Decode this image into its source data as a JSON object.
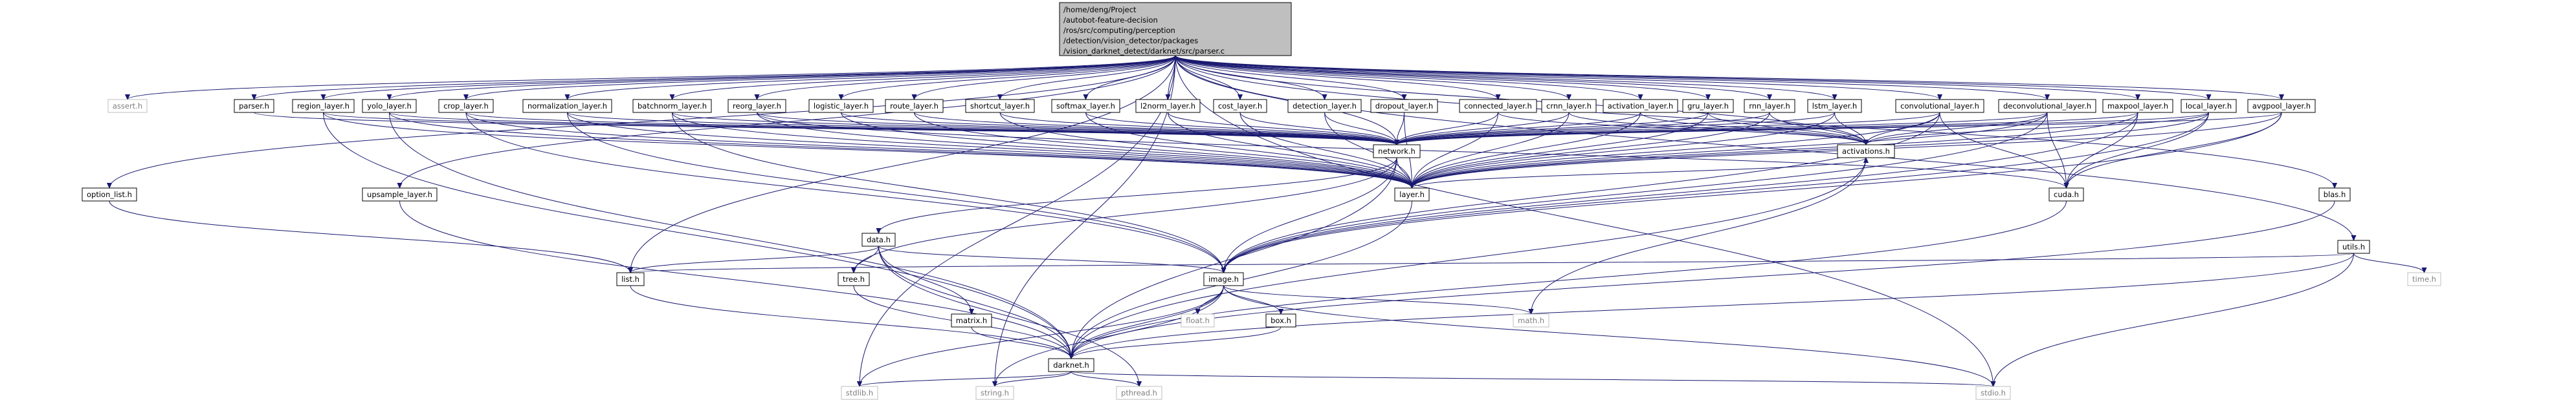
{
  "root": {
    "lines": [
      "/home/deng/Project",
      "/autobot-feature-decision",
      "/ros/src/computing/perception",
      "/detection/vision_detector/packages",
      "/vision_darknet_detect/darknet/src/parser.c"
    ]
  },
  "nodes": {
    "assert": {
      "label": "assert.h",
      "external": true
    },
    "option_list": {
      "label": "option_list.h"
    },
    "list": {
      "label": "list.h"
    },
    "parser": {
      "label": "parser.h"
    },
    "region_layer": {
      "label": "region_layer.h"
    },
    "yolo_layer": {
      "label": "yolo_layer.h"
    },
    "crop_layer": {
      "label": "crop_layer.h"
    },
    "normalization_layer": {
      "label": "normalization_layer.h"
    },
    "batchnorm_layer": {
      "label": "batchnorm_layer.h"
    },
    "reorg_layer": {
      "label": "reorg_layer.h"
    },
    "logistic_layer": {
      "label": "logistic_layer.h"
    },
    "route_layer": {
      "label": "route_layer.h"
    },
    "shortcut_layer": {
      "label": "shortcut_layer.h"
    },
    "softmax_layer": {
      "label": "softmax_layer.h"
    },
    "l2norm_layer": {
      "label": "l2norm_layer.h"
    },
    "cost_layer": {
      "label": "cost_layer.h"
    },
    "detection_layer": {
      "label": "detection_layer.h"
    },
    "dropout_layer": {
      "label": "dropout_layer.h"
    },
    "connected_layer": {
      "label": "connected_layer.h"
    },
    "crnn_layer": {
      "label": "crnn_layer.h"
    },
    "activation_layer": {
      "label": "activation_layer.h"
    },
    "gru_layer": {
      "label": "gru_layer.h"
    },
    "rnn_layer": {
      "label": "rnn_layer.h"
    },
    "lstm_layer": {
      "label": "lstm_layer.h"
    },
    "convolutional_layer": {
      "label": "convolutional_layer.h"
    },
    "deconvolutional_layer": {
      "label": "deconvolutional_layer.h"
    },
    "maxpool_layer": {
      "label": "maxpool_layer.h"
    },
    "local_layer": {
      "label": "local_layer.h"
    },
    "avgpool_layer": {
      "label": "avgpool_layer.h"
    },
    "upsample_layer": {
      "label": "upsample_layer.h"
    },
    "network": {
      "label": "network.h"
    },
    "activations": {
      "label": "activations.h"
    },
    "layer": {
      "label": "layer.h"
    },
    "cuda": {
      "label": "cuda.h"
    },
    "blas": {
      "label": "blas.h"
    },
    "utils": {
      "label": "utils.h"
    },
    "time": {
      "label": "time.h",
      "external": true
    },
    "data": {
      "label": "data.h"
    },
    "tree": {
      "label": "tree.h"
    },
    "image": {
      "label": "image.h"
    },
    "float": {
      "label": "float.h",
      "external": true
    },
    "box": {
      "label": "box.h"
    },
    "math": {
      "label": "math.h",
      "external": true
    },
    "matrix": {
      "label": "matrix.h"
    },
    "darknet": {
      "label": "darknet.h"
    },
    "stdlib": {
      "label": "stdlib.h",
      "external": true
    },
    "string": {
      "label": "string.h",
      "external": true
    },
    "pthread": {
      "label": "pthread.h",
      "external": true
    },
    "stdio": {
      "label": "stdio.h",
      "external": true
    }
  },
  "edges": [
    [
      "root",
      "assert"
    ],
    [
      "root",
      "option_list"
    ],
    [
      "root",
      "list"
    ],
    [
      "root",
      "parser"
    ],
    [
      "root",
      "region_layer"
    ],
    [
      "root",
      "yolo_layer"
    ],
    [
      "root",
      "crop_layer"
    ],
    [
      "root",
      "normalization_layer"
    ],
    [
      "root",
      "batchnorm_layer"
    ],
    [
      "root",
      "reorg_layer"
    ],
    [
      "root",
      "logistic_layer"
    ],
    [
      "root",
      "route_layer"
    ],
    [
      "root",
      "shortcut_layer"
    ],
    [
      "root",
      "softmax_layer"
    ],
    [
      "root",
      "l2norm_layer"
    ],
    [
      "root",
      "cost_layer"
    ],
    [
      "root",
      "detection_layer"
    ],
    [
      "root",
      "dropout_layer"
    ],
    [
      "root",
      "connected_layer"
    ],
    [
      "root",
      "crnn_layer"
    ],
    [
      "root",
      "activation_layer"
    ],
    [
      "root",
      "gru_layer"
    ],
    [
      "root",
      "rnn_layer"
    ],
    [
      "root",
      "lstm_layer"
    ],
    [
      "root",
      "convolutional_layer"
    ],
    [
      "root",
      "deconvolutional_layer"
    ],
    [
      "root",
      "maxpool_layer"
    ],
    [
      "root",
      "local_layer"
    ],
    [
      "root",
      "avgpool_layer"
    ],
    [
      "root",
      "upsample_layer"
    ],
    [
      "root",
      "network"
    ],
    [
      "root",
      "activations"
    ],
    [
      "root",
      "blas"
    ],
    [
      "root",
      "utils"
    ],
    [
      "root",
      "stdlib"
    ],
    [
      "root",
      "string"
    ],
    [
      "root",
      "stdio"
    ],
    [
      "option_list",
      "list"
    ],
    [
      "parser",
      "network"
    ],
    [
      "region_layer",
      "network"
    ],
    [
      "region_layer",
      "layer"
    ],
    [
      "region_layer",
      "darknet"
    ],
    [
      "yolo_layer",
      "network"
    ],
    [
      "yolo_layer",
      "layer"
    ],
    [
      "yolo_layer",
      "darknet"
    ],
    [
      "crop_layer",
      "image"
    ],
    [
      "crop_layer",
      "network"
    ],
    [
      "crop_layer",
      "layer"
    ],
    [
      "normalization_layer",
      "image"
    ],
    [
      "normalization_layer",
      "network"
    ],
    [
      "normalization_layer",
      "layer"
    ],
    [
      "batchnorm_layer",
      "image"
    ],
    [
      "batchnorm_layer",
      "network"
    ],
    [
      "batchnorm_layer",
      "layer"
    ],
    [
      "reorg_layer",
      "network"
    ],
    [
      "reorg_layer",
      "layer"
    ],
    [
      "reorg_layer",
      "cuda"
    ],
    [
      "logistic_layer",
      "network"
    ],
    [
      "logistic_layer",
      "layer"
    ],
    [
      "route_layer",
      "network"
    ],
    [
      "route_layer",
      "layer"
    ],
    [
      "shortcut_layer",
      "network"
    ],
    [
      "shortcut_layer",
      "layer"
    ],
    [
      "softmax_layer",
      "network"
    ],
    [
      "softmax_layer",
      "layer"
    ],
    [
      "l2norm_layer",
      "network"
    ],
    [
      "l2norm_layer",
      "layer"
    ],
    [
      "cost_layer",
      "network"
    ],
    [
      "cost_layer",
      "layer"
    ],
    [
      "detection_layer",
      "network"
    ],
    [
      "detection_layer",
      "layer"
    ],
    [
      "dropout_layer",
      "network"
    ],
    [
      "dropout_layer",
      "layer"
    ],
    [
      "connected_layer",
      "activations"
    ],
    [
      "connected_layer",
      "network"
    ],
    [
      "connected_layer",
      "layer"
    ],
    [
      "crnn_layer",
      "activations"
    ],
    [
      "crnn_layer",
      "network"
    ],
    [
      "crnn_layer",
      "layer"
    ],
    [
      "activation_layer",
      "activations"
    ],
    [
      "activation_layer",
      "network"
    ],
    [
      "activation_layer",
      "layer"
    ],
    [
      "gru_layer",
      "activations"
    ],
    [
      "gru_layer",
      "network"
    ],
    [
      "gru_layer",
      "layer"
    ],
    [
      "rnn_layer",
      "activations"
    ],
    [
      "rnn_layer",
      "network"
    ],
    [
      "rnn_layer",
      "layer"
    ],
    [
      "lstm_layer",
      "activations"
    ],
    [
      "lstm_layer",
      "network"
    ],
    [
      "lstm_layer",
      "layer"
    ],
    [
      "convolutional_layer",
      "cuda"
    ],
    [
      "convolutional_layer",
      "image"
    ],
    [
      "convolutional_layer",
      "activations"
    ],
    [
      "convolutional_layer",
      "network"
    ],
    [
      "convolutional_layer",
      "layer"
    ],
    [
      "deconvolutional_layer",
      "cuda"
    ],
    [
      "deconvolutional_layer",
      "image"
    ],
    [
      "deconvolutional_layer",
      "activations"
    ],
    [
      "deconvolutional_layer",
      "network"
    ],
    [
      "deconvolutional_layer",
      "layer"
    ],
    [
      "maxpool_layer",
      "image"
    ],
    [
      "maxpool_layer",
      "cuda"
    ],
    [
      "maxpool_layer",
      "network"
    ],
    [
      "maxpool_layer",
      "layer"
    ],
    [
      "local_layer",
      "cuda"
    ],
    [
      "local_layer",
      "image"
    ],
    [
      "local_layer",
      "activations"
    ],
    [
      "local_layer",
      "network"
    ],
    [
      "local_layer",
      "layer"
    ],
    [
      "avgpool_layer",
      "image"
    ],
    [
      "avgpool_layer",
      "cuda"
    ],
    [
      "avgpool_layer",
      "network"
    ],
    [
      "avgpool_layer",
      "layer"
    ],
    [
      "upsample_layer",
      "darknet"
    ],
    [
      "network",
      "darknet"
    ],
    [
      "network",
      "image"
    ],
    [
      "network",
      "layer"
    ],
    [
      "network",
      "data"
    ],
    [
      "network",
      "tree"
    ],
    [
      "activations",
      "darknet"
    ],
    [
      "activations",
      "math"
    ],
    [
      "layer",
      "activations"
    ],
    [
      "layer",
      "darknet"
    ],
    [
      "cuda",
      "darknet"
    ],
    [
      "blas",
      "darknet"
    ],
    [
      "utils",
      "stdio"
    ],
    [
      "utils",
      "list"
    ],
    [
      "utils",
      "time"
    ],
    [
      "utils",
      "darknet"
    ],
    [
      "data",
      "list"
    ],
    [
      "data",
      "image"
    ],
    [
      "data",
      "tree"
    ],
    [
      "data",
      "matrix"
    ],
    [
      "data",
      "darknet"
    ],
    [
      "data",
      "pthread"
    ],
    [
      "tree",
      "darknet"
    ],
    [
      "image",
      "stdlib"
    ],
    [
      "image",
      "string"
    ],
    [
      "image",
      "float"
    ],
    [
      "image",
      "box"
    ],
    [
      "image",
      "math"
    ],
    [
      "image",
      "darknet"
    ],
    [
      "image",
      "stdio"
    ],
    [
      "box",
      "darknet"
    ],
    [
      "matrix",
      "darknet"
    ],
    [
      "list",
      "darknet"
    ],
    [
      "darknet",
      "stdlib"
    ],
    [
      "darknet",
      "string"
    ],
    [
      "darknet",
      "pthread"
    ],
    [
      "darknet",
      "stdio"
    ]
  ]
}
